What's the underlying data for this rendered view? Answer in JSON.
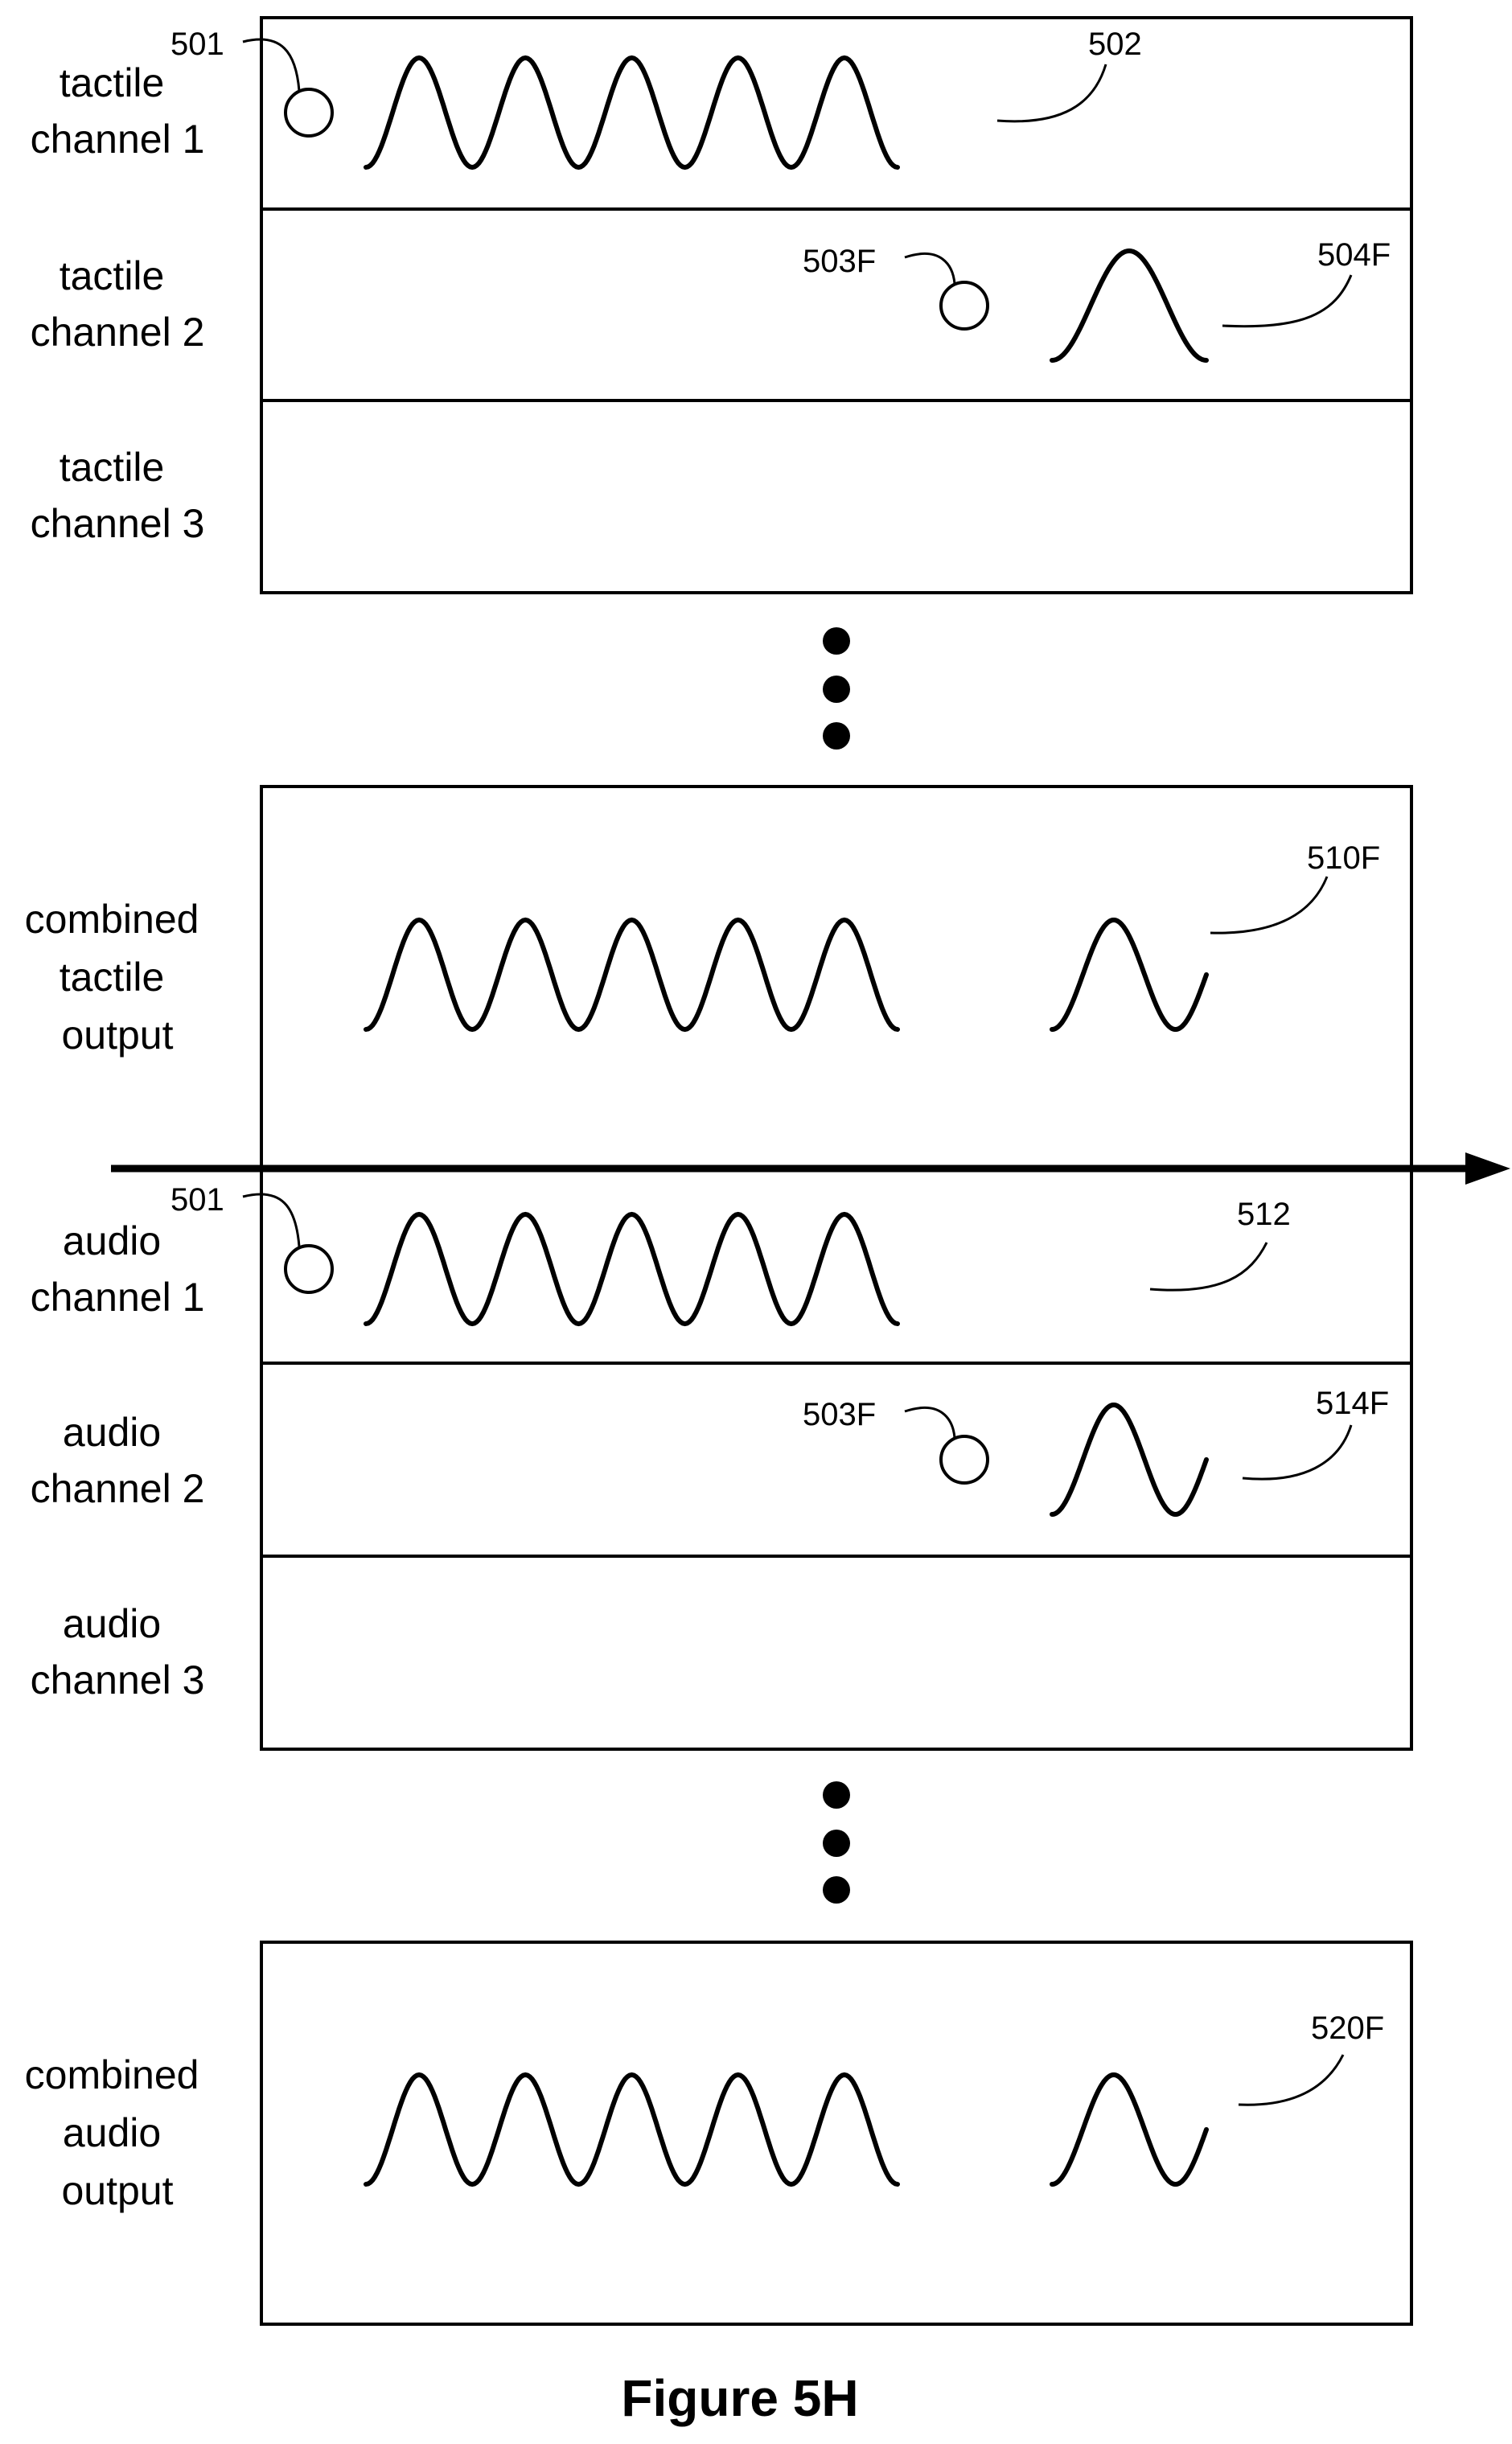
{
  "rows": [
    {
      "id": "tactile-channel-1",
      "label_lines": [
        "tactile",
        "channel 1"
      ]
    },
    {
      "id": "tactile-channel-2",
      "label_lines": [
        "tactile",
        "channel 2"
      ]
    },
    {
      "id": "tactile-channel-3",
      "label_lines": [
        "tactile",
        "channel 3"
      ]
    },
    {
      "id": "combined-tactile-output",
      "label_lines": [
        "combined",
        "tactile",
        "output"
      ]
    },
    {
      "id": "audio-channel-1",
      "label_lines": [
        "audio",
        "channel 1"
      ]
    },
    {
      "id": "audio-channel-2",
      "label_lines": [
        "audio",
        "channel 2"
      ]
    },
    {
      "id": "audio-channel-3",
      "label_lines": [
        "audio",
        "channel 3"
      ]
    },
    {
      "id": "combined-audio-output",
      "label_lines": [
        "combined",
        "audio",
        "output"
      ]
    }
  ],
  "refs": {
    "r501_top": "501",
    "r502": "502",
    "r503f_top": "503F",
    "r504f": "504F",
    "r510f": "510F",
    "r501_audio": "501",
    "r512": "512",
    "r503f_audio": "503F",
    "r514f": "514F",
    "r520f": "520F"
  },
  "caption": "Figure 5H"
}
